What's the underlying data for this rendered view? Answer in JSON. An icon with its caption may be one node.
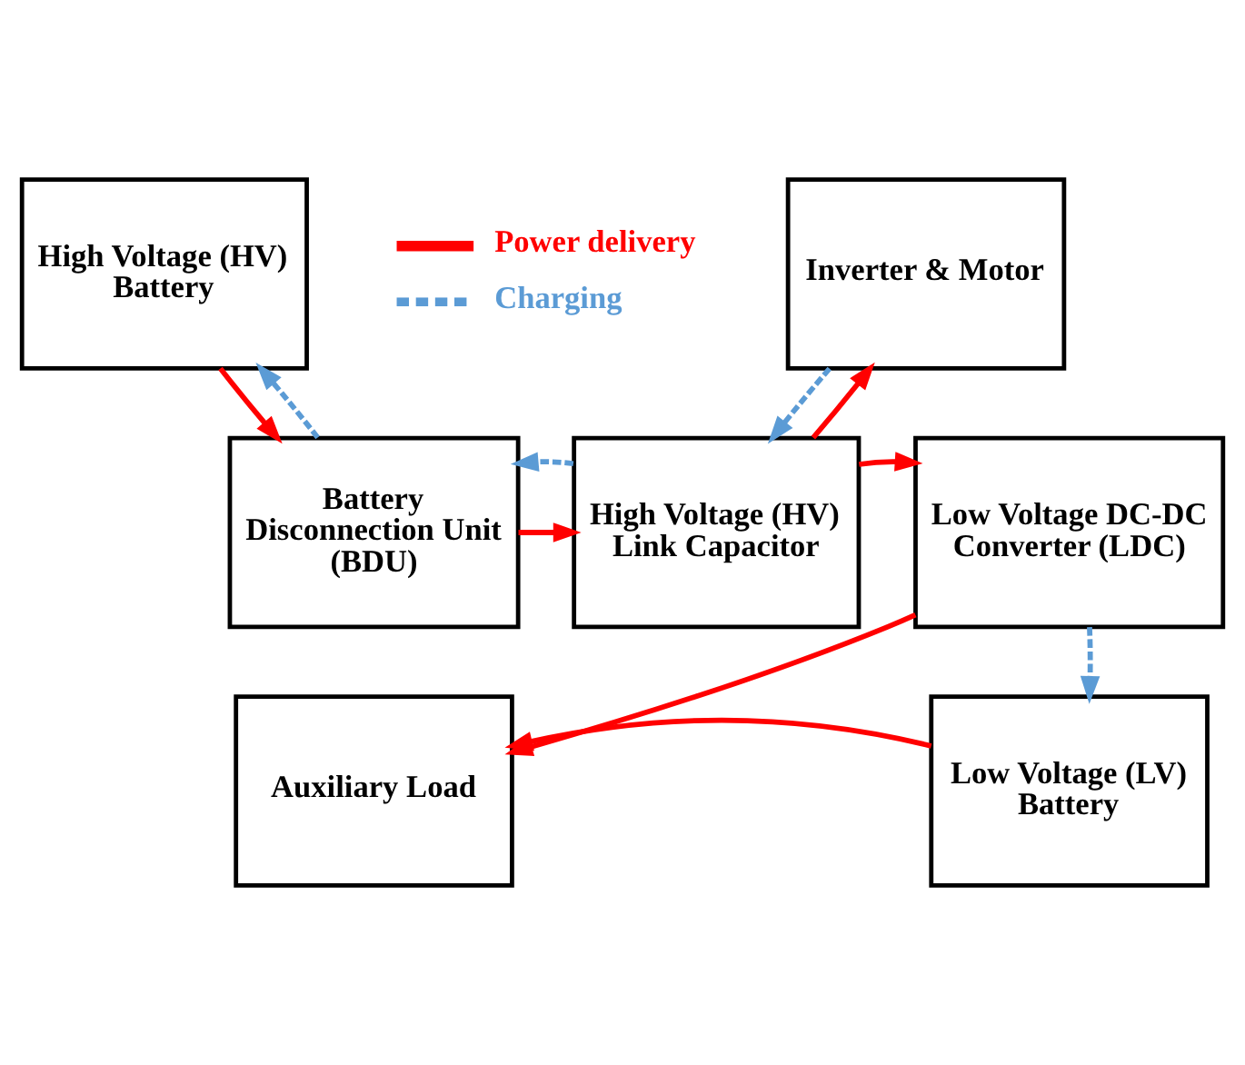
{
  "diagram": {
    "nodes": [
      {
        "text": [
          "High Voltage (HV) Battery"
        ]
      },
      {
        "text": [
          "Inverter & Motor"
        ]
      },
      {
        "text": [
          "Battery Disconnection Unit (BDU)"
        ]
      },
      {
        "text": [
          "High Voltage (HV) Link Capacitor"
        ]
      },
      {
        "text": [
          "Low Voltage DC-DC Converter (LDC)"
        ]
      },
      {
        "text": [
          "Auxiliary Load"
        ]
      },
      {
        "text": [
          "Low Voltage (LV) Battery"
        ]
      }
    ],
    "edges": [
      {
        "from": 0,
        "to": 2,
        "arrow": "to"
      },
      {
        "from": 2,
        "to": 0,
        "arrow": "to",
        "style": "dashed",
        "color": "#5b9bd5"
      },
      {
        "from": 2,
        "to": 3,
        "arrow": "to"
      },
      {
        "from": 3,
        "to": 2,
        "arrow": "to",
        "style": "dashed",
        "color": "#5b9bd5"
      },
      {
        "from": 3,
        "to": 1,
        "arrow": "to"
      },
      {
        "from": 1,
        "to": 3,
        "arrow": "to",
        "style": "dashed",
        "color": "#5b9bd5"
      },
      {
        "from": 3,
        "to": 4,
        "arrow": "to"
      },
      {
        "from": 4,
        "to": 5,
        "arrow": "to"
      },
      {
        "from": 4,
        "to": 6,
        "arrow": "to",
        "style": "dashed",
        "color": "#5b9bd5"
      },
      {
        "from": 6,
        "to": 5,
        "arrow": "to"
      }
    ],
    "legend": [
      {
        "text": "Power delivery"
      },
      {
        "text": "Charging"
      }
    ]
  }
}
